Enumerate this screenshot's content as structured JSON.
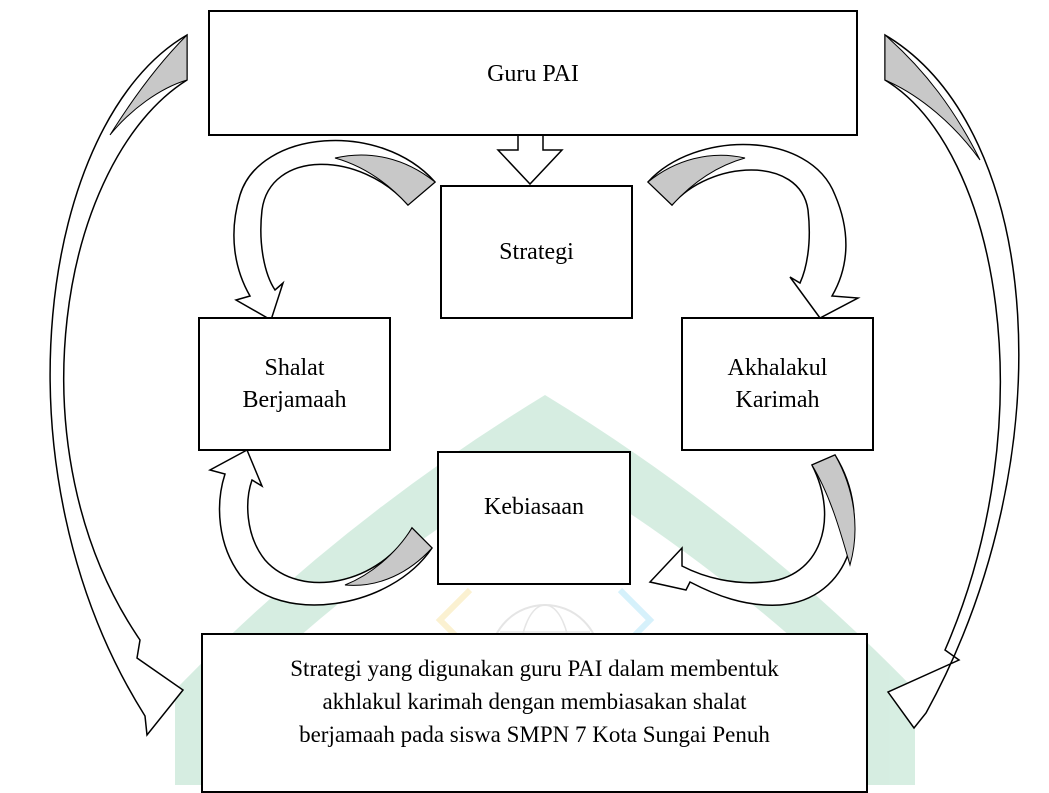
{
  "boxes": {
    "guru": "Guru PAI",
    "strategi": "Strategi",
    "shalat_line1": "Shalat",
    "shalat_line2": "Berjamaah",
    "akhlak_line1": "Akhalakul",
    "akhlak_line2": "Karimah",
    "kebiasaan": "Kebiasaan",
    "result_line1": "Strategi yang digunakan guru PAI dalam membentuk",
    "result_line2": "akhlakul karimah dengan membiasakan shalat",
    "result_line3": "berjamaah pada siswa SMPN 7 Kota Sungai Penuh"
  },
  "colors": {
    "arrow_fill": "#c8c8c8",
    "arrow_stroke": "#000000",
    "watermark_green": "#20a060",
    "box_border": "#000000"
  },
  "watermark": {
    "icon": "globe-logo-icon"
  }
}
